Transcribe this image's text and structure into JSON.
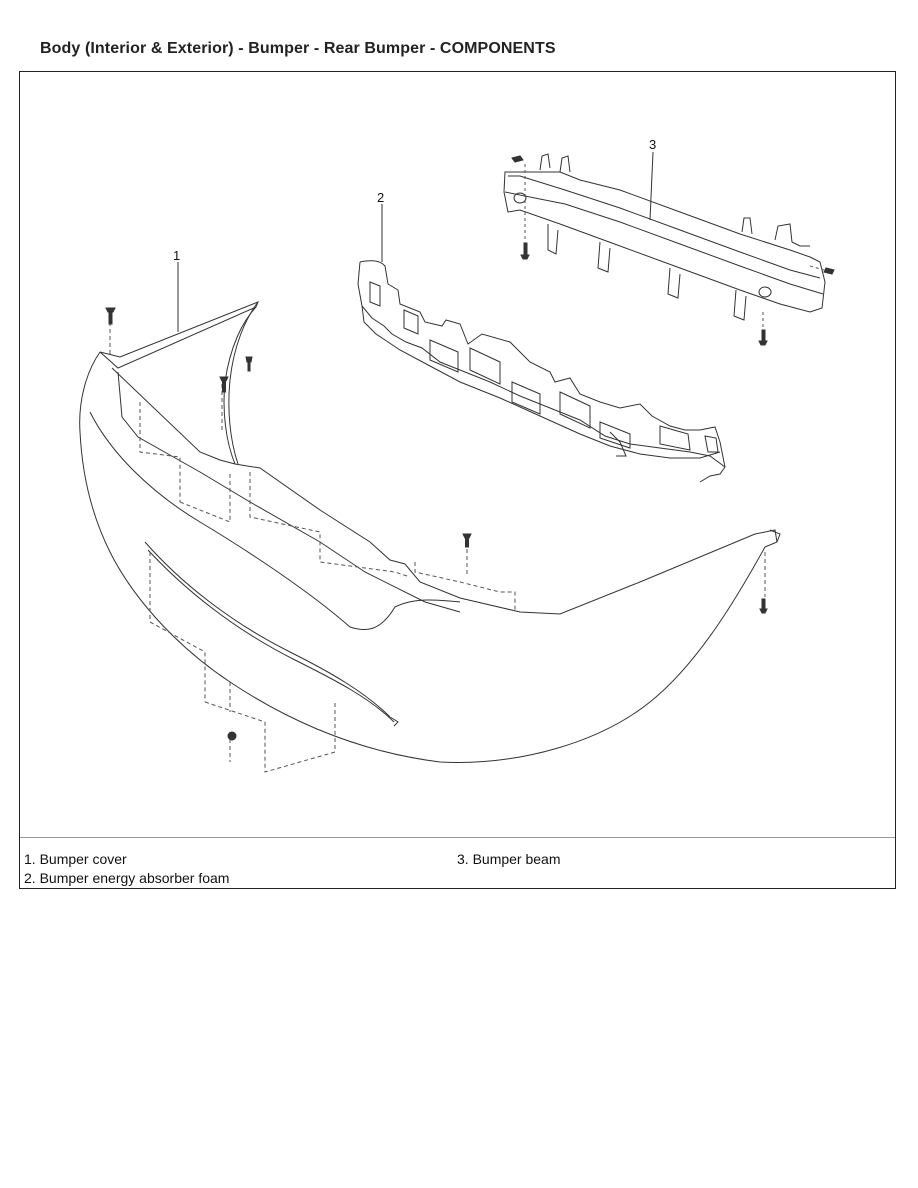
{
  "document": {
    "title": "Body (Interior & Exterior) - Bumper - Rear Bumper - COMPONENTS"
  },
  "figure": {
    "callouts": [
      "1",
      "2",
      "3"
    ],
    "legend": [
      {
        "number": "1.",
        "label": "Bumper cover"
      },
      {
        "number": "2.",
        "label": "Bumper energy absorber foam"
      },
      {
        "number": "3.",
        "label": "Bumper beam"
      }
    ]
  }
}
